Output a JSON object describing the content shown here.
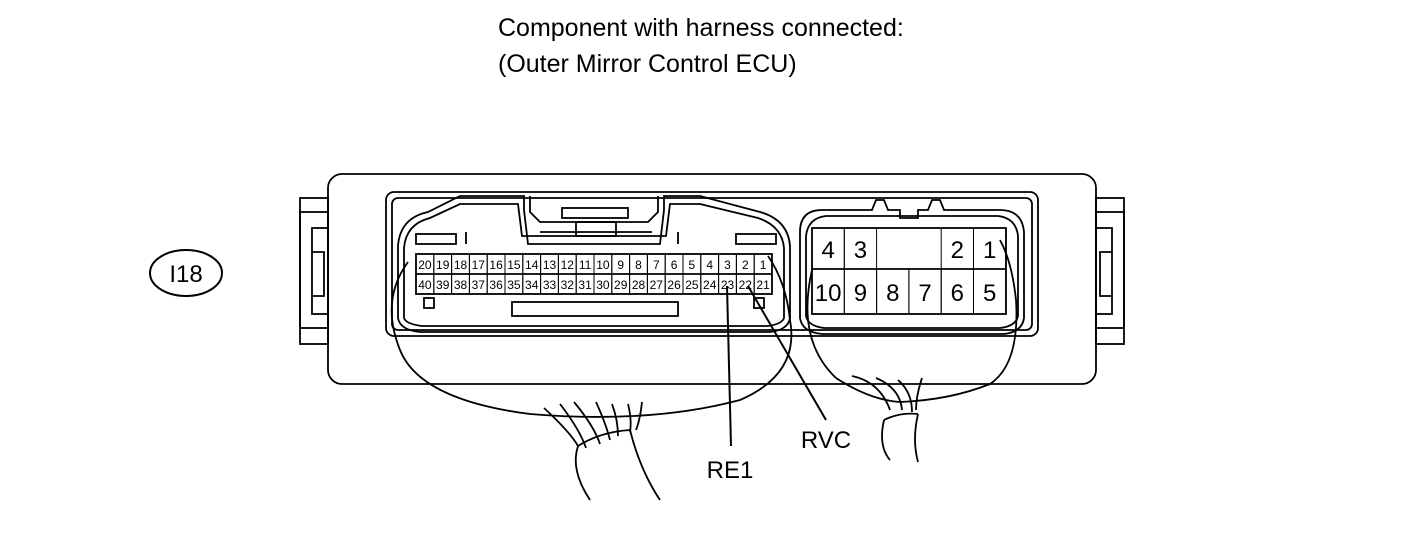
{
  "header": {
    "line1": "Component with harness connected:",
    "line2": "(Outer Mirror Control ECU)"
  },
  "connector_code": "I18",
  "left_connector": {
    "top_row": [
      "20",
      "19",
      "18",
      "17",
      "16",
      "15",
      "14",
      "13",
      "12",
      "11",
      "10",
      "9",
      "8",
      "7",
      "6",
      "5",
      "4",
      "3",
      "2",
      "1"
    ],
    "bottom_row": [
      "40",
      "39",
      "38",
      "37",
      "36",
      "35",
      "34",
      "33",
      "32",
      "31",
      "30",
      "29",
      "28",
      "27",
      "26",
      "25",
      "24",
      "23",
      "22",
      "21"
    ]
  },
  "right_connector": {
    "top_row": [
      "4",
      "3",
      "",
      "",
      "2",
      "1"
    ],
    "bottom_row": [
      "10",
      "9",
      "8",
      "7",
      "6",
      "5"
    ]
  },
  "callouts": [
    {
      "label": "RE1",
      "pin": "23"
    },
    {
      "label": "RVC",
      "pin": "22"
    }
  ],
  "line_color": "#000000"
}
